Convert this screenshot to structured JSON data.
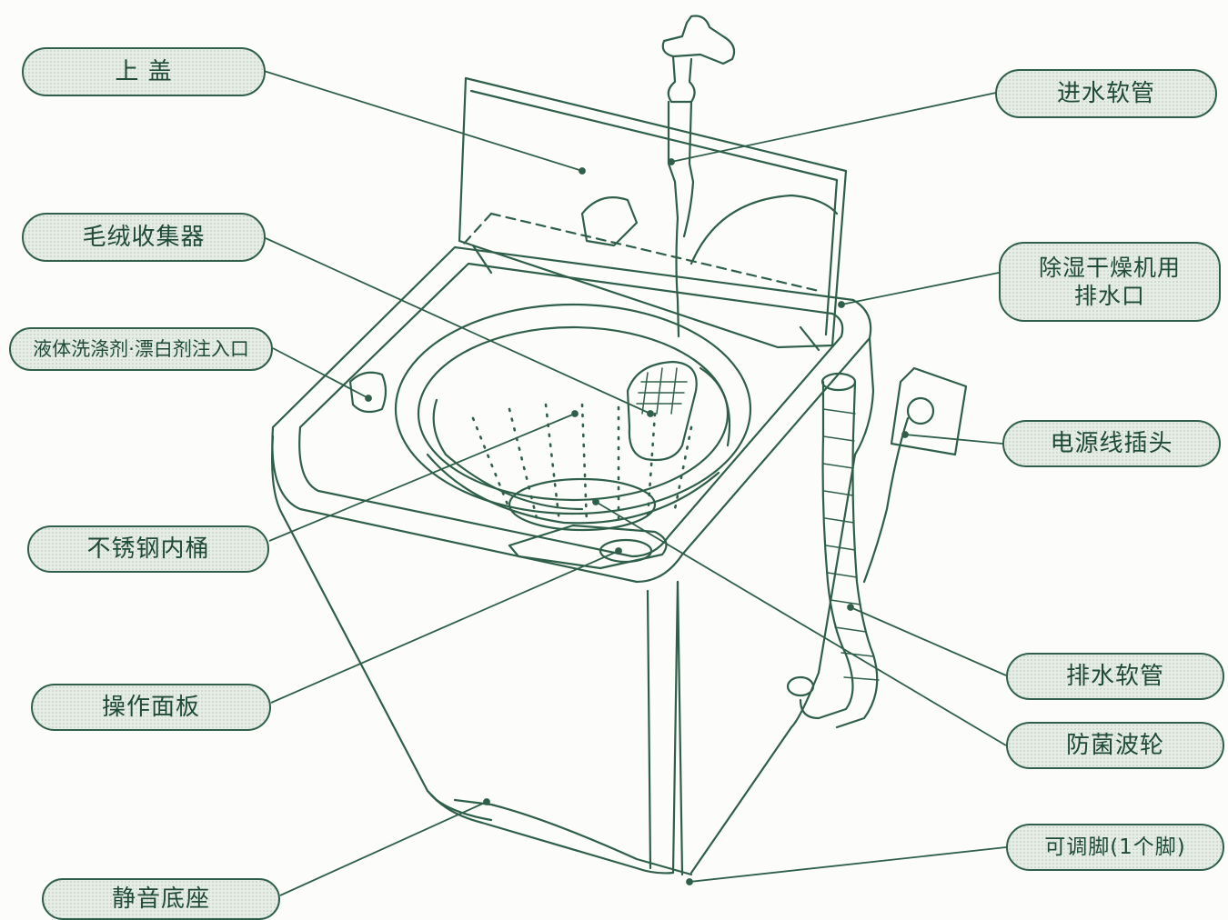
{
  "diagram": {
    "colors": {
      "line": "#2f5f4a",
      "label_text": "#1f4a38",
      "label_fill": "#e6ece6"
    },
    "labels": {
      "top_lid": "上  盖",
      "lint_collector": "毛绒收集器",
      "detergent_inlet": "液体洗涤剂·漂白剂注入口",
      "stainless_drum": "不锈钢内桶",
      "control_panel": "操作面板",
      "silent_base": "静音底座",
      "inlet_hose": "进水软管",
      "dehumidifier_drain_line1": "除湿干燥机用",
      "dehumidifier_drain_line2": "排水口",
      "power_plug": "电源线插头",
      "drain_hose": "排水软管",
      "antibacterial_pulsator": "防菌波轮",
      "adjustable_foot": "可调脚(1个脚)"
    }
  }
}
